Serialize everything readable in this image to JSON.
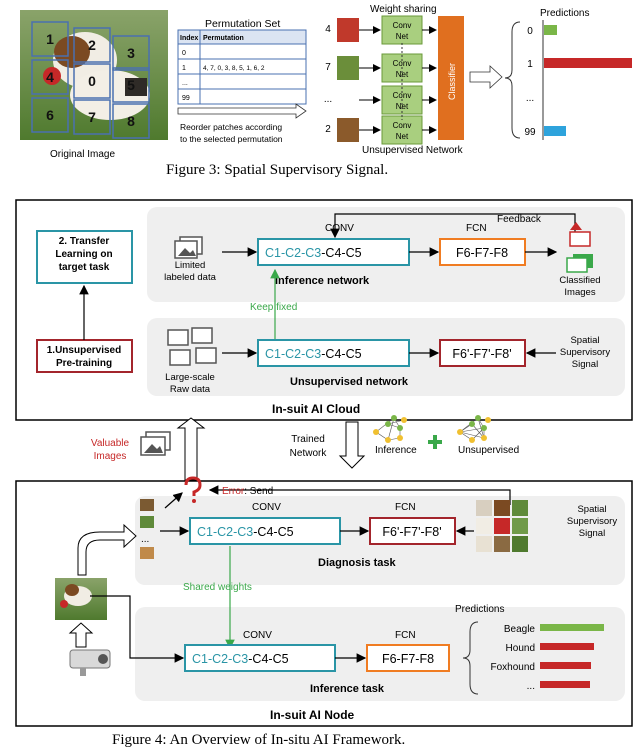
{
  "colors": {
    "teal": "#2a95a6",
    "orange": "#f07c22",
    "red_box": "#a3252c",
    "green": "#3aa84a",
    "grid": "#4a70b0",
    "conv_fill": "#a9cf7f",
    "classifier": "#e06f1f",
    "pred_green": "#7ab648",
    "pred_red": "#c62828",
    "pred_blue": "#2ea3dc",
    "panel": "#efefef"
  },
  "fig3": {
    "original_label": "Original Image",
    "patch_numbers": [
      "1",
      "2",
      "3",
      "4",
      "0",
      "5",
      "6",
      "7",
      "8"
    ],
    "perm_title": "Permutation Set",
    "perm_headers": [
      "Index",
      "Permutation"
    ],
    "perm_rows": [
      [
        "0",
        ""
      ],
      [
        "1",
        "4, 7, 0, 3, 8, 5, 1, 6, 2"
      ],
      [
        "...",
        ""
      ],
      [
        "99",
        ""
      ]
    ],
    "reorder_text": [
      "Reorder patches according",
      "to the selected permutation"
    ],
    "weight_sharing": "Weight sharing",
    "conv_net": [
      "Conv",
      "Net"
    ],
    "input_labels": [
      "4",
      "7",
      "...",
      "2"
    ],
    "classifier": "Classifier",
    "network_label": "Unsupervised Network",
    "predictions_title": "Predictions",
    "pred_labels": [
      "0",
      "1",
      "...",
      "99"
    ],
    "pred_values": [
      0.15,
      1.0,
      0,
      0.25
    ],
    "caption": "Figure 3: Spatial Supervisory Signal."
  },
  "fig4": {
    "cloud": {
      "transfer": [
        "2. Transfer",
        "Learning on",
        "target task"
      ],
      "pretrain": [
        "1.Unsupervised",
        "Pre-training"
      ],
      "conv": "CONV",
      "fcn": "FCN",
      "conv_chain": {
        "teal": "C1-C2-C3",
        "black": "-C4-C5"
      },
      "fcn_chain": "F6-F7-F8",
      "feedback": "Feedback",
      "limited": [
        "Limited",
        "labeled data"
      ],
      "classified": [
        "Classified",
        "Images"
      ],
      "inference_network": "Inference network",
      "keep_fixed": "Keep fixed",
      "large_scale": [
        "Large-scale",
        "Raw data"
      ],
      "fcn_prime_chain": "F6'-F7'-F8'",
      "spatial": [
        "Spatial",
        "Supervisory",
        "Signal"
      ],
      "unsupervised_network": "Unsupervised network",
      "title": "In-suit AI Cloud"
    },
    "middle": {
      "valuable": [
        "Valuable",
        "Images"
      ],
      "trained": [
        "Trained",
        "Network"
      ],
      "inference": "Inference",
      "unsupervised": "Unsupervised"
    },
    "node": {
      "error": "Error",
      "send": ": Send",
      "conv": "CONV",
      "fcn": "FCN",
      "conv_chain": {
        "teal": "C1-C2-C3",
        "black": "-C4-C5"
      },
      "fcn_prime_chain": "F6'-F7'-F8'",
      "fcn_chain": "F6-F7-F8",
      "spatial": [
        "Spatial",
        "Supervisory",
        "Signal"
      ],
      "diagnosis": "Diagnosis task",
      "shared": "Shared weights",
      "inference_task": "Inference task",
      "predictions": "Predictions",
      "pred_labels": [
        "Beagle",
        "Hound",
        "Foxhound",
        "..."
      ],
      "pred_values": [
        1.0,
        0.85,
        0.8,
        0.78
      ],
      "dots": "...",
      "title": "In-suit AI Node"
    },
    "caption": "Figure 4: An Overview of In-situ AI Framework."
  }
}
